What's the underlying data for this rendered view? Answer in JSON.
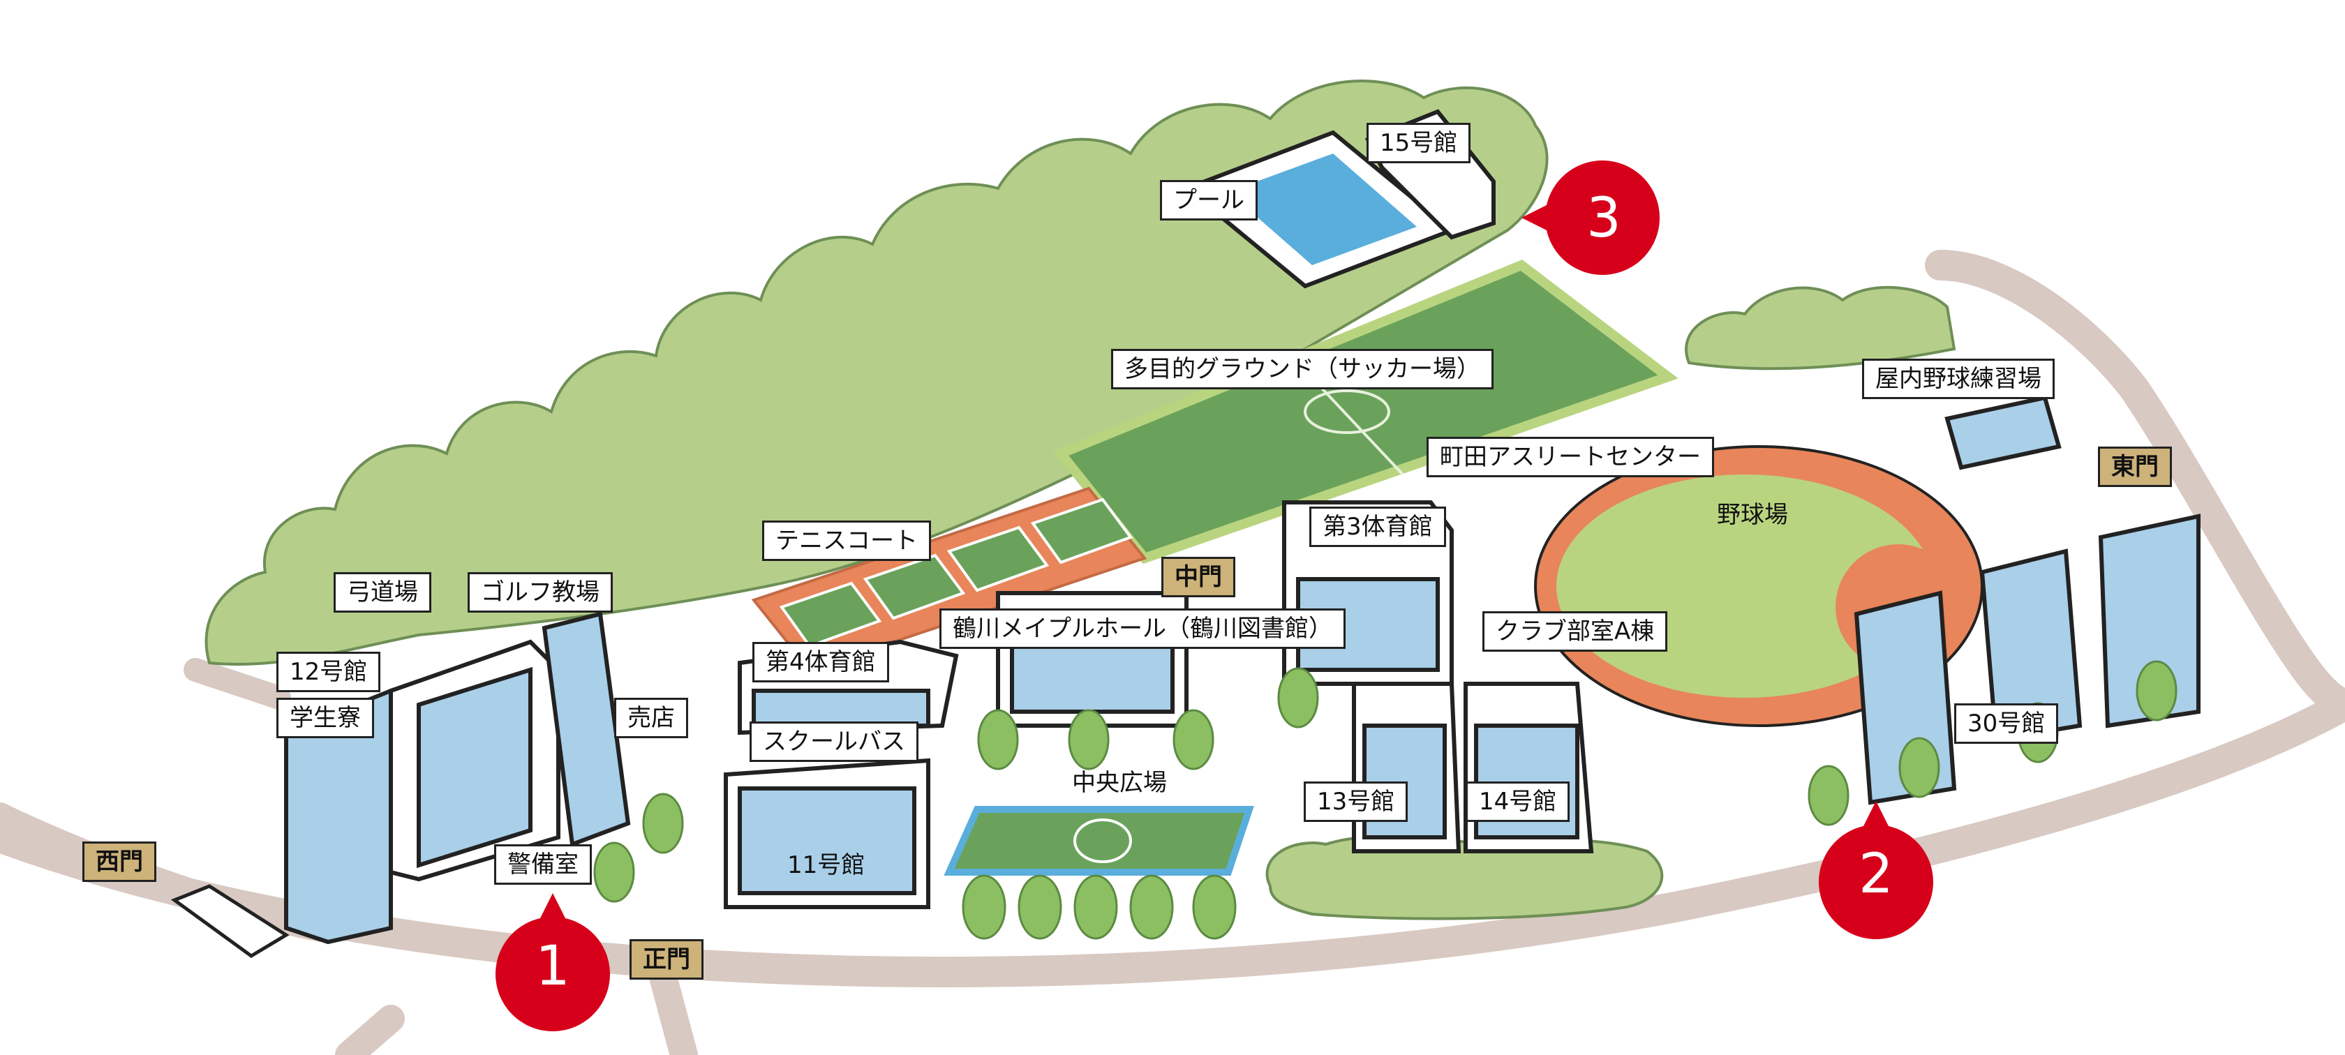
{
  "labels": {
    "building15": "15号館",
    "pool": "プール",
    "multi_ground": "多目的グラウンド（サッカー場）",
    "indoor_baseball": "屋内野球練習場",
    "athlete_center": "町田アスリートセンター",
    "tennis": "テニスコート",
    "gym3": "第3体育館",
    "baseball": "野球場",
    "kyudo": "弓道場",
    "golf": "ゴルフ教場",
    "building12": "12号館",
    "dorm": "学生寮",
    "shop": "売店",
    "gym4": "第4体育館",
    "maple_hall": "鶴川メイプルホール（鶴川図書館）",
    "club_a": "クラブ部室A棟",
    "school_bus": "スクールバス",
    "building30": "30号館",
    "central_plaza": "中央広場",
    "building13": "13号館",
    "building14": "14号館",
    "building11": "11号館",
    "security": "警備室"
  },
  "gates": {
    "east": "東門",
    "middle": "中門",
    "west": "西門",
    "main": "正門"
  },
  "markers": [
    "1",
    "2",
    "3"
  ],
  "colors": {
    "marker_red": "#d7001a",
    "trees": "#b5cf8b",
    "field_green": "#6aa25b",
    "field_light": "#b9d47f",
    "track_orange": "#e8855a",
    "road": "#d8c9c2",
    "building_blue": "#a9cfe9",
    "pool_blue": "#5aaedc",
    "gate_tan": "#cdb27a"
  }
}
